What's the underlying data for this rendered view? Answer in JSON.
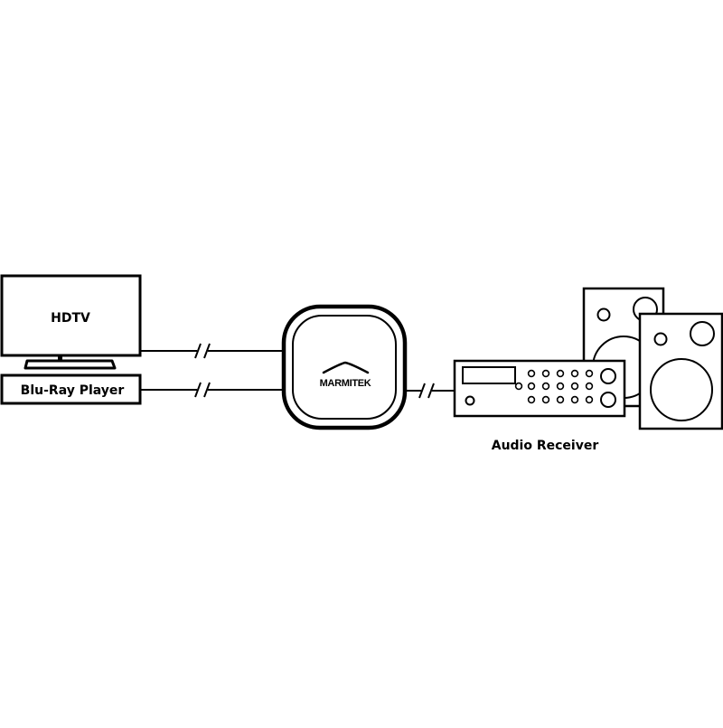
{
  "devices": {
    "tv": {
      "label": "HDTV"
    },
    "player": {
      "label": "Blu-Ray Player"
    },
    "converter": {
      "logo_text": "MARMITEK"
    },
    "receiver": {
      "label": "Audio Receiver"
    }
  },
  "icons": {
    "tv": "tv-icon",
    "player": "blu-ray-player-icon",
    "converter": "converter-device-icon",
    "receiver": "audio-receiver-icon",
    "speakers": "speaker-icon",
    "cable_break": "cable-break-icon"
  },
  "colors": {
    "line": "#000000",
    "background": "#ffffff"
  }
}
